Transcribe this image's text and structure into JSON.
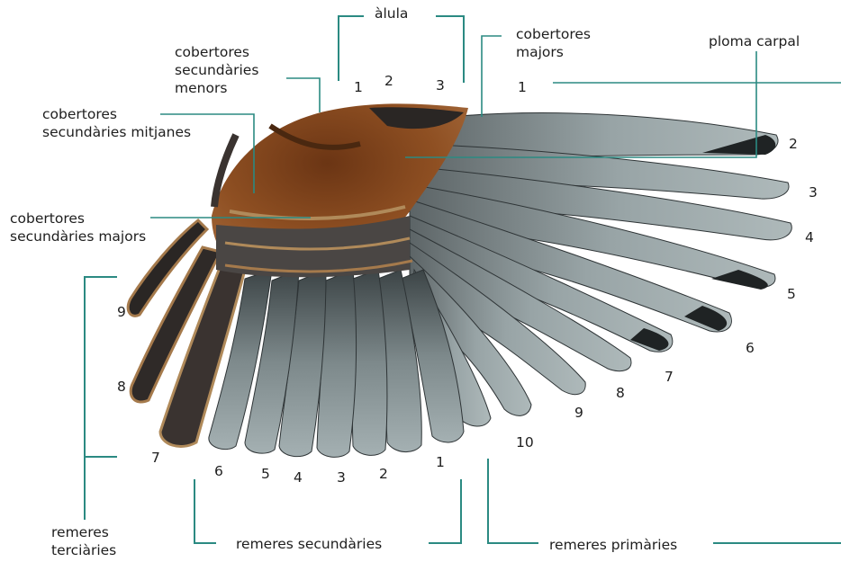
{
  "diagram": {
    "colors": {
      "line": "#2b8a82",
      "feather_grey": "#8e9a9c",
      "feather_dark": "#2a2a2a",
      "covert_brown": "#8b4a1e",
      "feather_edge": "#b08a5a"
    },
    "labels": {
      "alula": "àlula",
      "greater_coverts": "cobertores\nmajors",
      "carpal_feather": "ploma carpal",
      "lesser_secondary_coverts": "cobertores\nsecundàries\nmenors",
      "median_secondary_coverts": "cobertores\nsecundàries mitjanes",
      "greater_secondary_coverts": "cobertores\nsecundàries majors",
      "tertials": "remeres\nterciàries",
      "secondaries": "remeres secundàries",
      "primaries": "remeres primàries"
    },
    "alula_numbers": [
      "1",
      "2",
      "3"
    ],
    "covert_number": "1",
    "primary_numbers": [
      "2",
      "3",
      "4",
      "5",
      "6",
      "7",
      "8",
      "9",
      "10"
    ],
    "tertial_numbers": [
      "9",
      "8",
      "7"
    ],
    "secondary_numbers": [
      "6",
      "5",
      "4",
      "3",
      "2",
      "1"
    ]
  }
}
